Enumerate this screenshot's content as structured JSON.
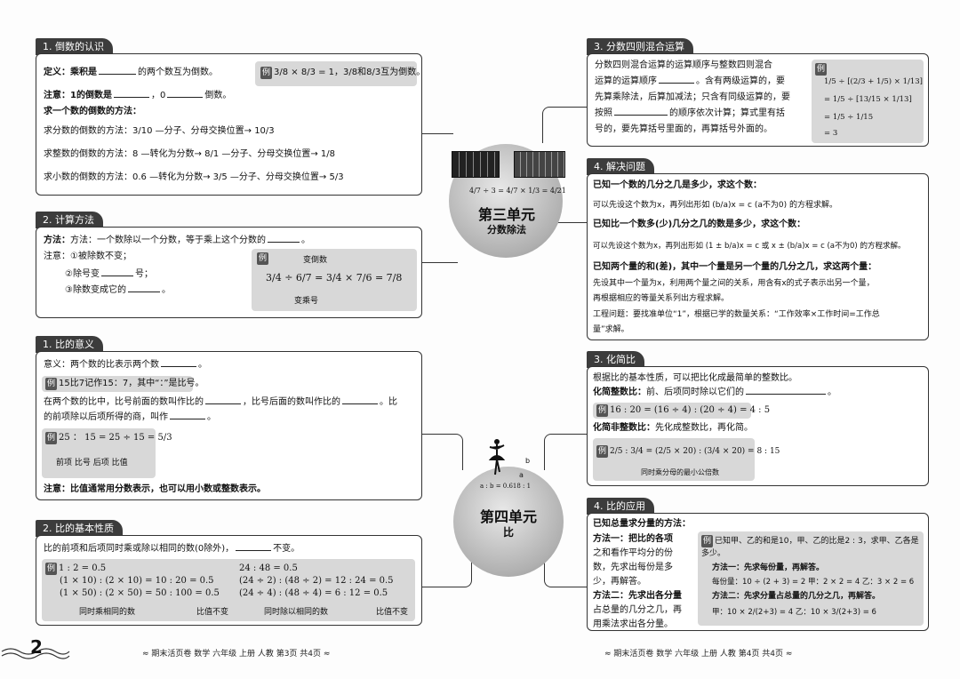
{
  "left": {
    "s1": {
      "tab": "1. 倒数的认识",
      "def": "定义：乘积是",
      "def2": "的两个数互为倒数。",
      "ex": "3/8 × 8/3 = 1，3/8和8/3互为倒数。",
      "exl": "例",
      "note": "注意：1的倒数是",
      "note2": "，0",
      "note3": "倒数。",
      "method": "求一个数的倒数的方法：",
      "m1": "求分数的倒数的方法：3/10 —分子、分母交换位置→ 10/3",
      "m2": "求整数的倒数的方法：8 —转化为分数→ 8/1 —分子、分母交换位置→ 1/8",
      "m3": "求小数的倒数的方法：0.6 —转化为分数→ 3/5 —分子、分母交换位置→ 5/3"
    },
    "s2": {
      "tab": "2. 计算方法",
      "rule": "方法：一个数除以一个分数，等于乘上这个分数的",
      "rule2": "。",
      "n0": "注意：①被除数不变；",
      "n1": "②除号变",
      "n1b": "号；",
      "n2": "③除数变成它的",
      "n2b": "。",
      "exl": "例",
      "top": "变倒数",
      "eq": "3/4 ÷ 6/7 = 3/4 × 7/6 = 7/8",
      "bottom": "变乘号"
    },
    "s3": {
      "tab": "1. 比的意义",
      "def": "意义：两个数的比表示两个数",
      "def2": "。",
      "ex": "15比7记作15：7，其中“：”是比号。",
      "exl": "例",
      "p1": "在两个数的比中，比号前面的数叫作比的",
      "p1b": "，比号后面的数叫作比的",
      "p1c": "。比",
      "p2": "的前项除以后项所得的商，叫作",
      "p2b": "。",
      "ratio": "25 ： 15 = 25 ÷ 15 = 5/3",
      "labels": "前项  比号  后项          比值",
      "note": "注意：比值通常用分数表示，也可以用小数或整数表示。"
    },
    "s4": {
      "tab": "2. 比的基本性质",
      "rule": "比的前项和后项同时乘或除以相同的数(0除外)，",
      "rule2": "不变。",
      "exl": "例",
      "a0": "1 : 2 = 0.5",
      "a1": "(1 × 10) : (2 × 10) = 10 : 20 = 0.5",
      "a2": "(1 × 50) : (2 × 50) = 50 : 100 = 0.5",
      "b0": "24 : 48 = 0.5",
      "b1": "(24 ÷ 2) : (48 ÷ 2) = 12 : 24 = 0.5",
      "b2": "(24 ÷ 4) : (48 ÷ 4) = 6 : 12 = 0.5",
      "c1": "同时乘相同的数",
      "c2": "比值不变",
      "c3": "同时除以相同的数",
      "c4": "比值不变"
    }
  },
  "center": {
    "u3": "第三单元",
    "u3s": "分数除法",
    "u3f": "4/7 ÷ 3 = 4/7 × 1/3 = 4/21",
    "u4": "第四单元",
    "u4s": "比",
    "u4f": "a : b = 0.618 : 1",
    "u4a": "a",
    "u4b": "b"
  },
  "right": {
    "s1": {
      "tab": "3. 分数四则混合运算",
      "l1": "分数四则混合运算的运算顺序与整数四则混合",
      "l2": "运算的运算顺序",
      "l2b": "。含有两级运算的，要",
      "l3": "先算乘除法，后算加减法；只含有同级运算的，要",
      "l4": "按照",
      "l4b": "的顺序依次计算；算式里有括",
      "l5": "号的，要先算括号里面的，再算括号外面的。",
      "exl": "例",
      "e1": "1/5 ÷ [(2/3 + 1/5) × 1/13]",
      "e2": "= 1/5 ÷ [13/15 × 1/13]",
      "e3": "= 1/5 ÷ 1/15",
      "e4": "= 3"
    },
    "s2": {
      "tab": "4. 解决问题",
      "h1": "已知一个数的几分之几是多少，求这个数：",
      "t1": "可以先设这个数为x，再列出形如 (b/a)x = c (a不为0) 的方程求解。",
      "h2": "已知比一个数多(少)几分之几的数是多少，求这个数：",
      "t2": "可以先设这个数为x，再列出形如 (1 ± b/a)x = c 或 x ± (b/a)x = c (a不为0) 的方程求解。",
      "h3": "已知两个量的和(差)，其中一个量是另一个量的几分之几，求这两个量：",
      "t3": "先设其中一个量为x，利用两个量之间的关系，用含有x的式子表示出另一个量，",
      "t3b": "再根据相应的等量关系列出方程求解。",
      "t4": "工程问题：要找准单位“1”，根据已学的数量关系：“工作效率×工作时间=工作总",
      "t4b": "量”求解。"
    },
    "s3": {
      "tab": "3. 化简比",
      "l1": "根据比的基本性质，可以把比化成最简单的整数比。",
      "h1": "化简整数比：",
      "l2": "前、后项同时除以它们的",
      "l2b": "。",
      "exl": "例",
      "e1": "16 : 20 = (16 ÷ 4) : (20 ÷ 4) = 4 : 5",
      "h2": "化简非整数比：",
      "l3": "先化成整数比，再化简。",
      "e2": "2/5 : 3/4 = (2/5 × 20) : (3/4 × 20) = 8 : 15",
      "e2n": "同时乘分母的最小公倍数"
    },
    "s4": {
      "tab": "4. 比的应用",
      "h": "已知总量求分量的方法：",
      "m1a": "方法一：把比的各项",
      "m1b": "之和看作平均分的份",
      "m1c": "数，先求出每份是多",
      "m1d": "少，再解答。",
      "m2a": "方法二：先求出各分量",
      "m2b": "占总量的几分之几，再",
      "m2c": "用乘法求出各分量。",
      "exl": "例",
      "q1": "已知甲、乙的和是10，甲、乙的比是2 : 3，求甲、乙各是",
      "q2": "多少。",
      "p1": "方法一：先求每份量，再解答。",
      "p1a": "每份量：10 ÷ (2 + 3) = 2    甲：2 × 2 = 4    乙：3 × 2 = 6",
      "p2": "方法二：先求分量占总量的几分之几，再解答。",
      "p2a": "甲：10 × 2/(2+3) = 4    乙：10 × 3/(2+3) = 6"
    }
  },
  "footer": {
    "page": "2",
    "left": "≈ 期末活页卷  数学  六年级  上册  人教  第3页  共4页 ≈",
    "right": "≈ 期末活页卷  数学  六年级  上册  人教  第4页  共4页 ≈"
  }
}
